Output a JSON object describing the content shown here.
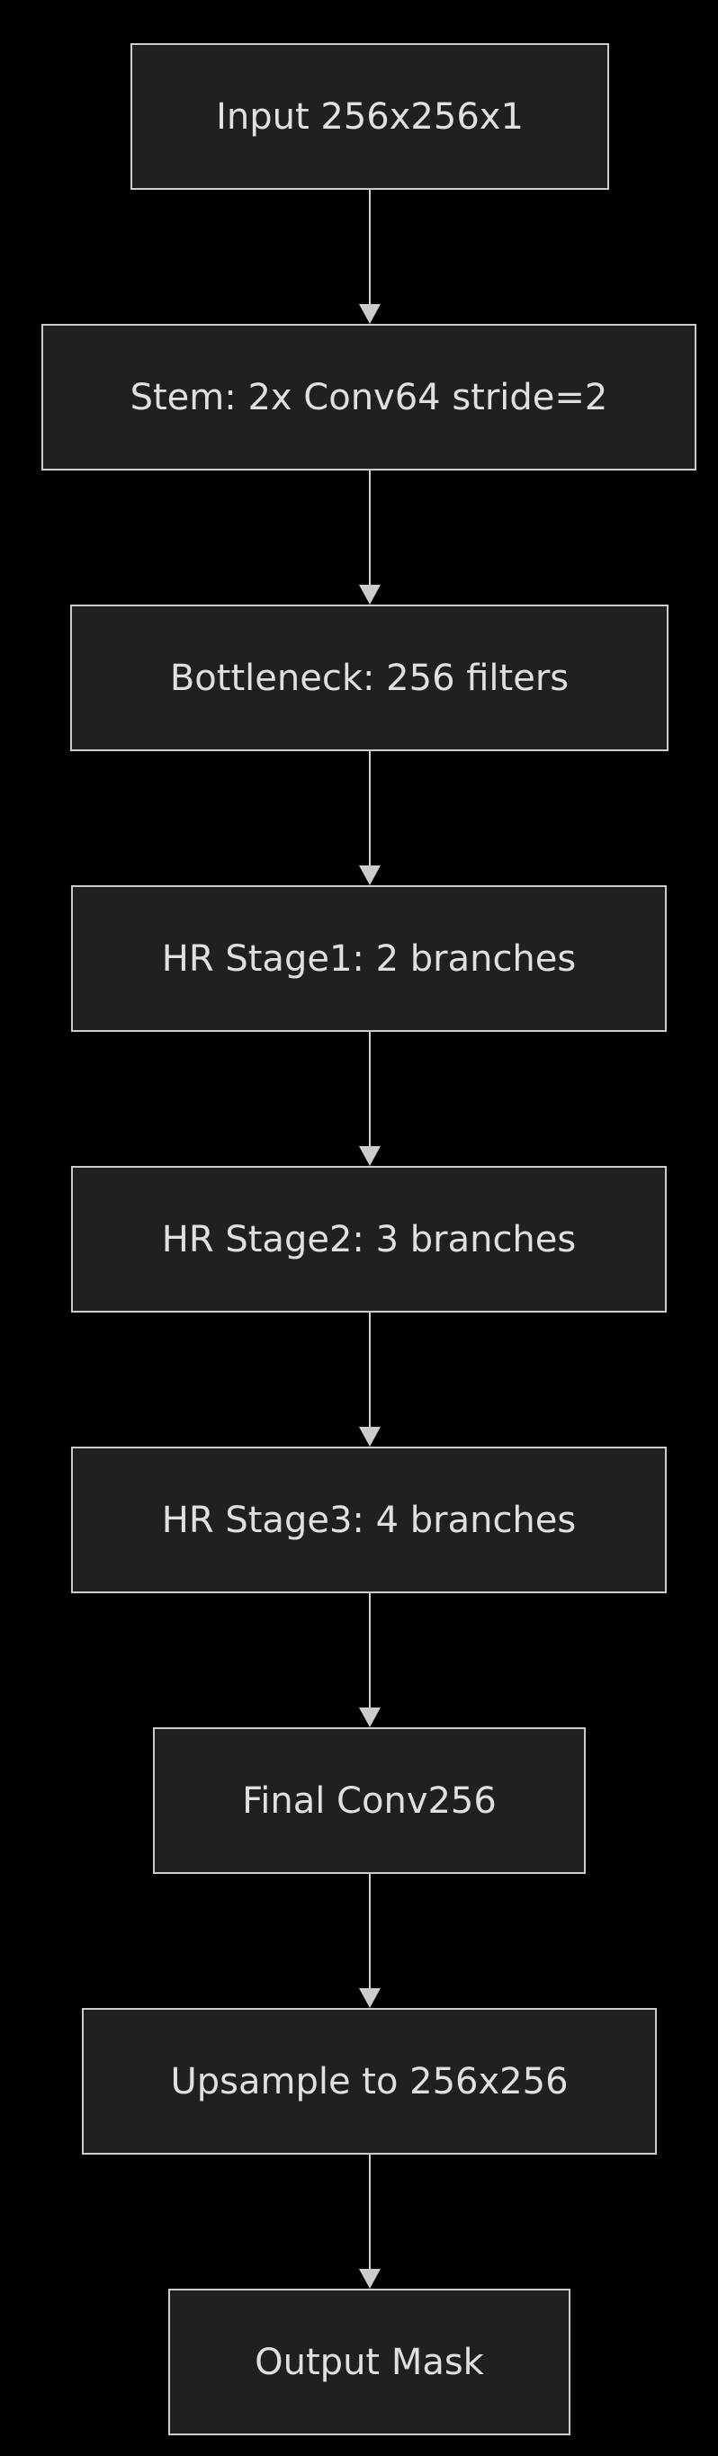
{
  "diagram": {
    "colors": {
      "background": "#000000",
      "node_fill": "#1f2020",
      "node_border": "#cccccc",
      "edge": "#cccccc",
      "text": "#e0e0e0"
    },
    "nodes": [
      {
        "id": "input",
        "label": "Input 256x256x1"
      },
      {
        "id": "stem",
        "label": "Stem: 2x Conv64 stride=2"
      },
      {
        "id": "bottleneck",
        "label": "Bottleneck: 256 filters"
      },
      {
        "id": "hr-stage1",
        "label": "HR Stage1: 2 branches"
      },
      {
        "id": "hr-stage2",
        "label": "HR Stage2: 3 branches"
      },
      {
        "id": "hr-stage3",
        "label": "HR Stage3: 4 branches"
      },
      {
        "id": "final-conv",
        "label": "Final Conv256"
      },
      {
        "id": "upsample",
        "label": "Upsample to 256x256"
      },
      {
        "id": "output",
        "label": "Output Mask"
      }
    ],
    "edges": [
      {
        "from": "input",
        "to": "stem"
      },
      {
        "from": "stem",
        "to": "bottleneck"
      },
      {
        "from": "bottleneck",
        "to": "hr-stage1"
      },
      {
        "from": "hr-stage1",
        "to": "hr-stage2"
      },
      {
        "from": "hr-stage2",
        "to": "hr-stage3"
      },
      {
        "from": "hr-stage3",
        "to": "final-conv"
      },
      {
        "from": "final-conv",
        "to": "upsample"
      },
      {
        "from": "upsample",
        "to": "output"
      }
    ]
  }
}
